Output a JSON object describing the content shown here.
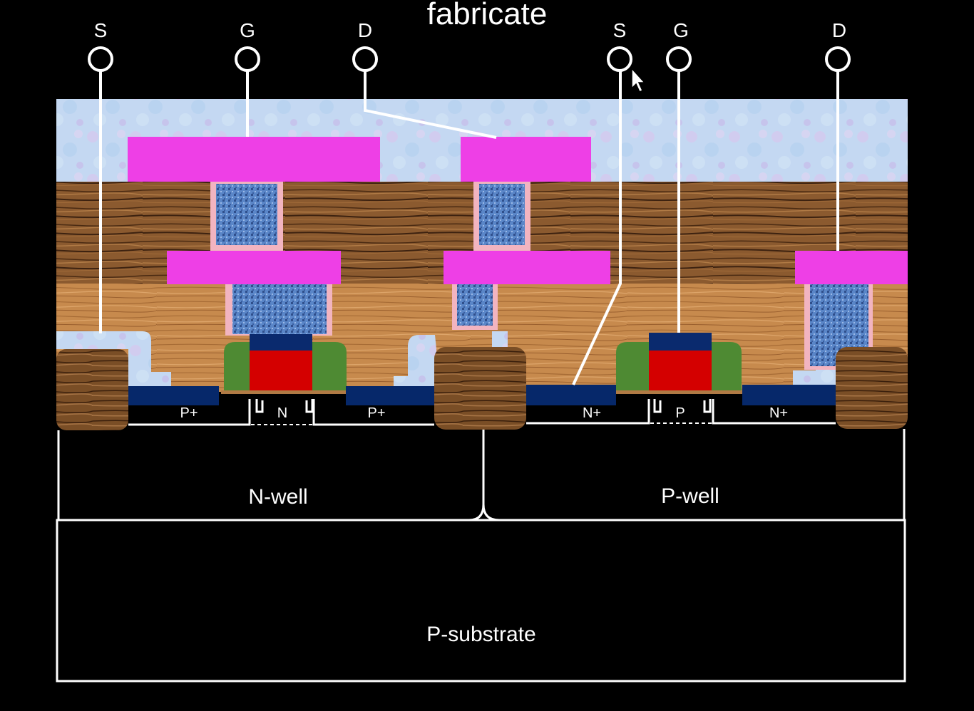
{
  "title": "fabricate",
  "terminals": {
    "pmos": {
      "source": "S",
      "gate": "G",
      "drain": "D"
    },
    "nmos": {
      "source": "S",
      "gate": "G",
      "drain": "D"
    }
  },
  "regions": {
    "pmos_source": "P+",
    "pmos_channel": "N",
    "pmos_drain": "P+",
    "nmos_source": "N+",
    "nmos_channel": "P",
    "nmos_drain": "N+",
    "n_well": "N-well",
    "p_well": "P-well",
    "substrate": "P-substrate"
  },
  "colors": {
    "background": "#000000",
    "metal": "#ee3fe6",
    "gate_poly": "#d40000",
    "gate_cap": "#0a2a6e",
    "spacer": "#4e8a33",
    "diffusion": "#06286a",
    "via": "#5a86c8",
    "via_liner": "#f2b4c0",
    "passivation": "#c4d8f2",
    "oxide_upper": "#8b5a2f",
    "oxide_lower": "#c78a4d",
    "isolation": "#7a4e26",
    "wire": "#ffffff"
  }
}
